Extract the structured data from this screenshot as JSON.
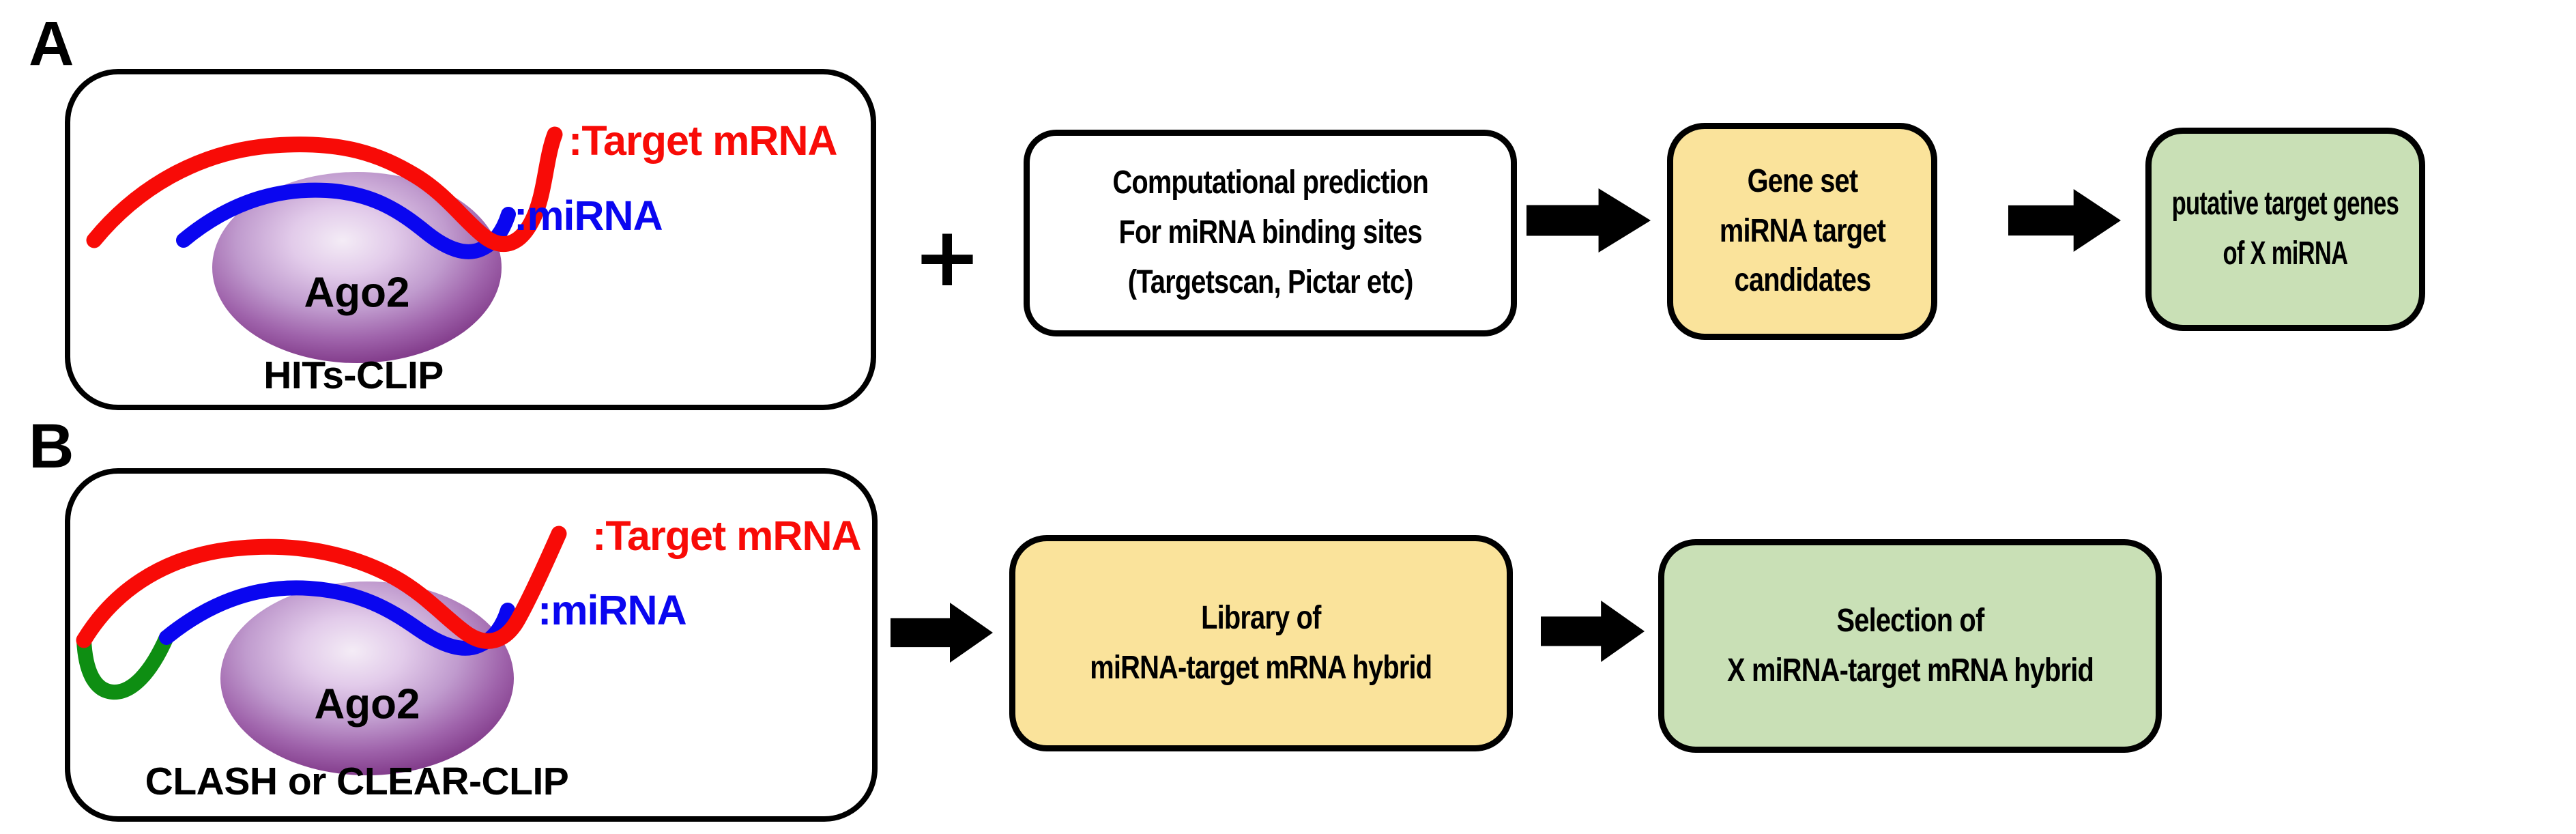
{
  "figure": {
    "panel_a": {
      "label": "A",
      "diagram": {
        "protein": "Ago2",
        "method": "HITs-CLIP",
        "legend_target": ":Target mRNA",
        "legend_mirna": ":miRNA"
      },
      "operator": "+",
      "prediction_box": {
        "line1": "Computational prediction",
        "line2": "For miRNA binding sites",
        "line3": "(Targetscan, Pictar etc)"
      },
      "geneset_box": {
        "line1": "Gene set",
        "line2": "miRNA target",
        "line3": "candidates"
      },
      "result_box": {
        "line1": "putative target genes",
        "line2": "of X miRNA"
      }
    },
    "panel_b": {
      "label": "B",
      "diagram": {
        "protein": "Ago2",
        "method": "CLASH or CLEAR-CLIP",
        "legend_target": ":Target mRNA",
        "legend_mirna": ":miRNA"
      },
      "library_box": {
        "line1": "Library of",
        "line2": "miRNA-target mRNA hybrid"
      },
      "selection_box": {
        "line1": "Selection of",
        "line2": "X miRNA-target mRNA hybrid"
      }
    },
    "colors": {
      "target_mrna_red": "#F80B07",
      "mirna_blue": "#0A06F0",
      "hybrid_linker_green": "#0E8E12",
      "candidate_box_fill": "#FAE39B",
      "result_box_fill": "#C9E0B6",
      "ago2_purple_dark": "#773083",
      "outline_black": "#000000"
    }
  }
}
